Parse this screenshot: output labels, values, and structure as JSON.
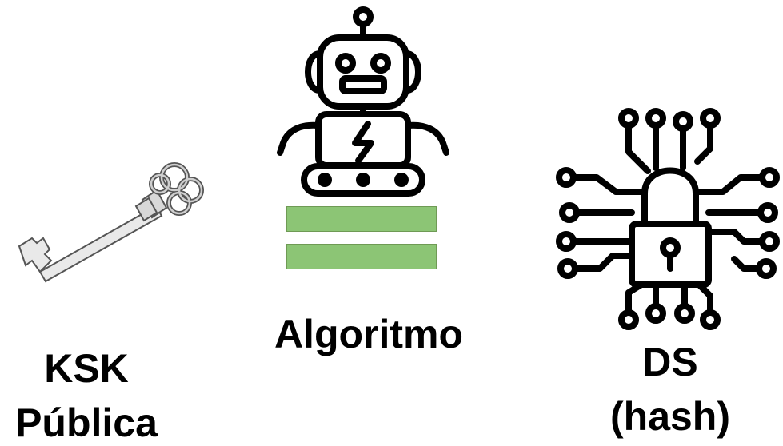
{
  "labels": {
    "key_line1": "KSK",
    "key_line2": "Pública",
    "algorithm": "Algoritmo",
    "ds_line1": "DS",
    "ds_line2": "(hash)"
  },
  "icons": {
    "key": "key-icon",
    "robot": "robot-icon",
    "equals": "equals-sign",
    "lock": "circuit-lock-icon"
  },
  "colors": {
    "equals_fill": "#8cc575",
    "ink": "#000000"
  }
}
